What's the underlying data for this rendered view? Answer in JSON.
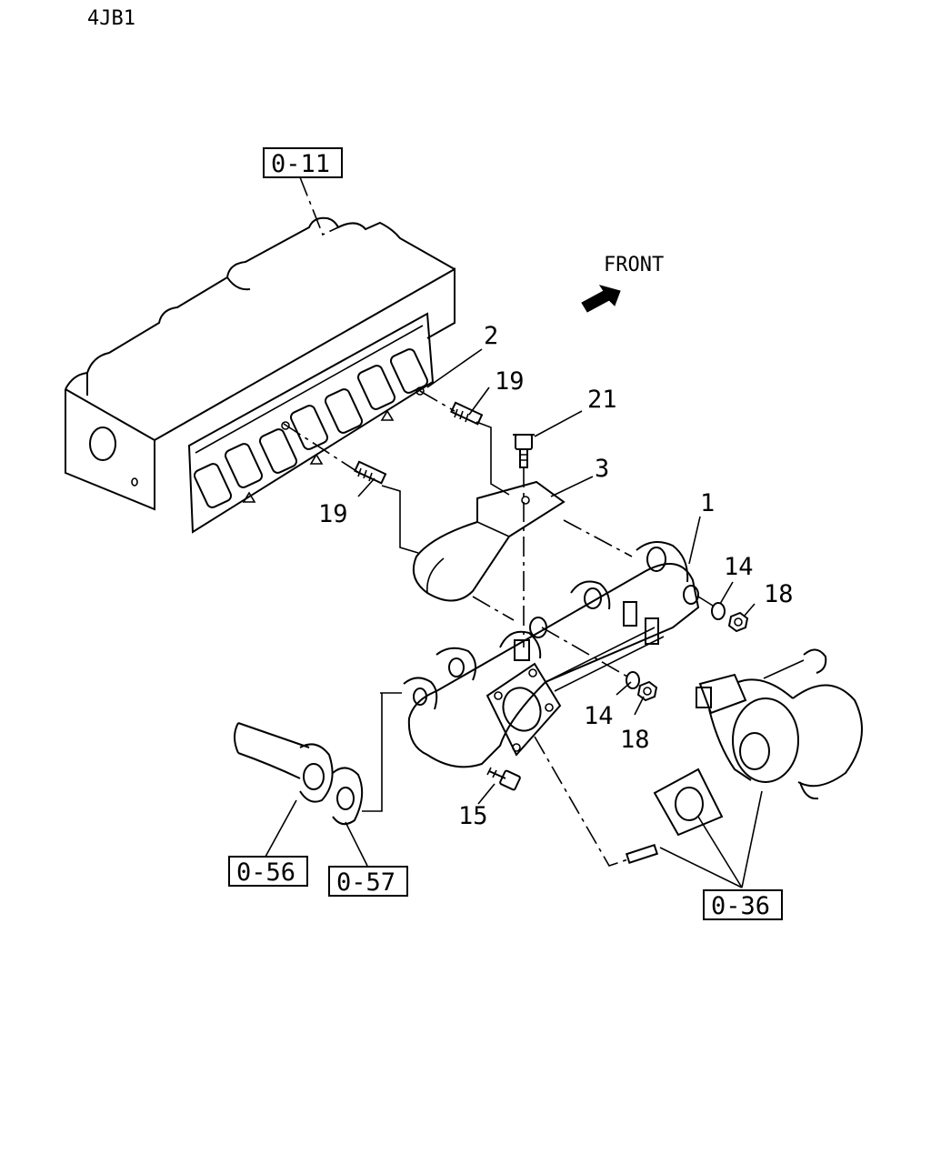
{
  "model": "4JB1",
  "direction_label": "FRONT",
  "callouts": {
    "c1": "1",
    "c2": "2",
    "c3": "3",
    "c14a": "14",
    "c14b": "14",
    "c15": "15",
    "c18a": "18",
    "c18b": "18",
    "c19a": "19",
    "c19b": "19",
    "c21": "21"
  },
  "refs": {
    "r011": "0-11",
    "r036": "0-36",
    "r056": "0-56",
    "r057": "0-57"
  }
}
